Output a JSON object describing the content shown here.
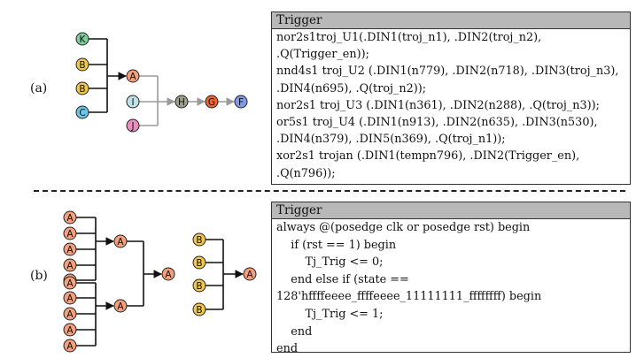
{
  "panels": [
    {
      "label": "(a)",
      "box_title": "Trigger",
      "code": [
        "nor2s1troj_U1(.DIN1(troj_n1), .DIN2(troj_n2),",
        ".Q(Trigger_en));",
        "nnd4s1 troj_U2 (.DIN1(n779), .DIN2(n718), .DIN3(troj_n3),",
        ".DIN4(n695), .Q(troj_n2));",
        "nor2s1 troj_U3 (.DIN1(n361), .DIN2(n288), .Q(troj_n3));",
        "or5s1 troj_U4 (.DIN1(n913), .DIN2(n635), .DIN3(n530),",
        ".DIN4(n379), .DIN5(n369), .Q(troj_n1));",
        "xor2s1 trojan (.DIN1(tempn796), .DIN2(Trigger_en),",
        ".Q(n796));"
      ]
    },
    {
      "label": "(b)",
      "box_title": "Trigger",
      "code": [
        "always @(posedge clk or posedge rst) begin",
        "    if (rst == 1) begin",
        "        Tj_Trig <= 0;",
        "    end else if (state ==",
        "128'hffffeeee_ffffeeee_11111111_ffffffff) begin",
        "        Tj_Trig <= 1;",
        "    end",
        "end"
      ]
    }
  ],
  "graph_a": {
    "nodes": [
      {
        "id": "k1",
        "letter": "K",
        "color": "#7ccf9a"
      },
      {
        "id": "b1",
        "letter": "B",
        "color": "#f2c84b"
      },
      {
        "id": "b2",
        "letter": "B",
        "color": "#f2c84b"
      },
      {
        "id": "c1",
        "letter": "C",
        "color": "#6cc6ea"
      },
      {
        "id": "a1",
        "letter": "A",
        "color": "#f4a07c"
      },
      {
        "id": "i1",
        "letter": "I",
        "color": "#bfe0e6"
      },
      {
        "id": "j1",
        "letter": "J",
        "color": "#e88fc0"
      },
      {
        "id": "h1",
        "letter": "H",
        "color": "#9ea08a"
      },
      {
        "id": "g1",
        "letter": "G",
        "color": "#f06432"
      },
      {
        "id": "f1",
        "letter": "F",
        "color": "#7f9be6"
      }
    ]
  },
  "graph_b": {
    "nodes": [
      {
        "id": "a_l1",
        "letter": "A",
        "color": "#f4a07c"
      },
      {
        "id": "a_l2",
        "letter": "A",
        "color": "#f4a07c"
      },
      {
        "id": "a_l3",
        "letter": "A",
        "color": "#f4a07c"
      },
      {
        "id": "a_l4",
        "letter": "A",
        "color": "#f4a07c"
      },
      {
        "id": "a_l5",
        "letter": "A",
        "color": "#f4a07c"
      },
      {
        "id": "a_l6",
        "letter": "A",
        "color": "#f4a07c"
      },
      {
        "id": "a_l7",
        "letter": "A",
        "color": "#f4a07c"
      },
      {
        "id": "a_l8",
        "letter": "A",
        "color": "#f4a07c"
      },
      {
        "id": "a_l9",
        "letter": "A",
        "color": "#f4a07c"
      },
      {
        "id": "a_l10",
        "letter": "A",
        "color": "#f4a07c"
      },
      {
        "id": "a_m1",
        "letter": "A",
        "color": "#f4a07c"
      },
      {
        "id": "a_m2",
        "letter": "A",
        "color": "#f4a07c"
      },
      {
        "id": "a_r1",
        "letter": "A",
        "color": "#f4a07c"
      },
      {
        "id": "b_1",
        "letter": "B",
        "color": "#f2c84b"
      },
      {
        "id": "b_2",
        "letter": "B",
        "color": "#f2c84b"
      },
      {
        "id": "b_3",
        "letter": "B",
        "color": "#f2c84b"
      },
      {
        "id": "b_4",
        "letter": "B",
        "color": "#f2c84b"
      },
      {
        "id": "a_b1",
        "letter": "A",
        "color": "#f4a07c"
      }
    ]
  }
}
